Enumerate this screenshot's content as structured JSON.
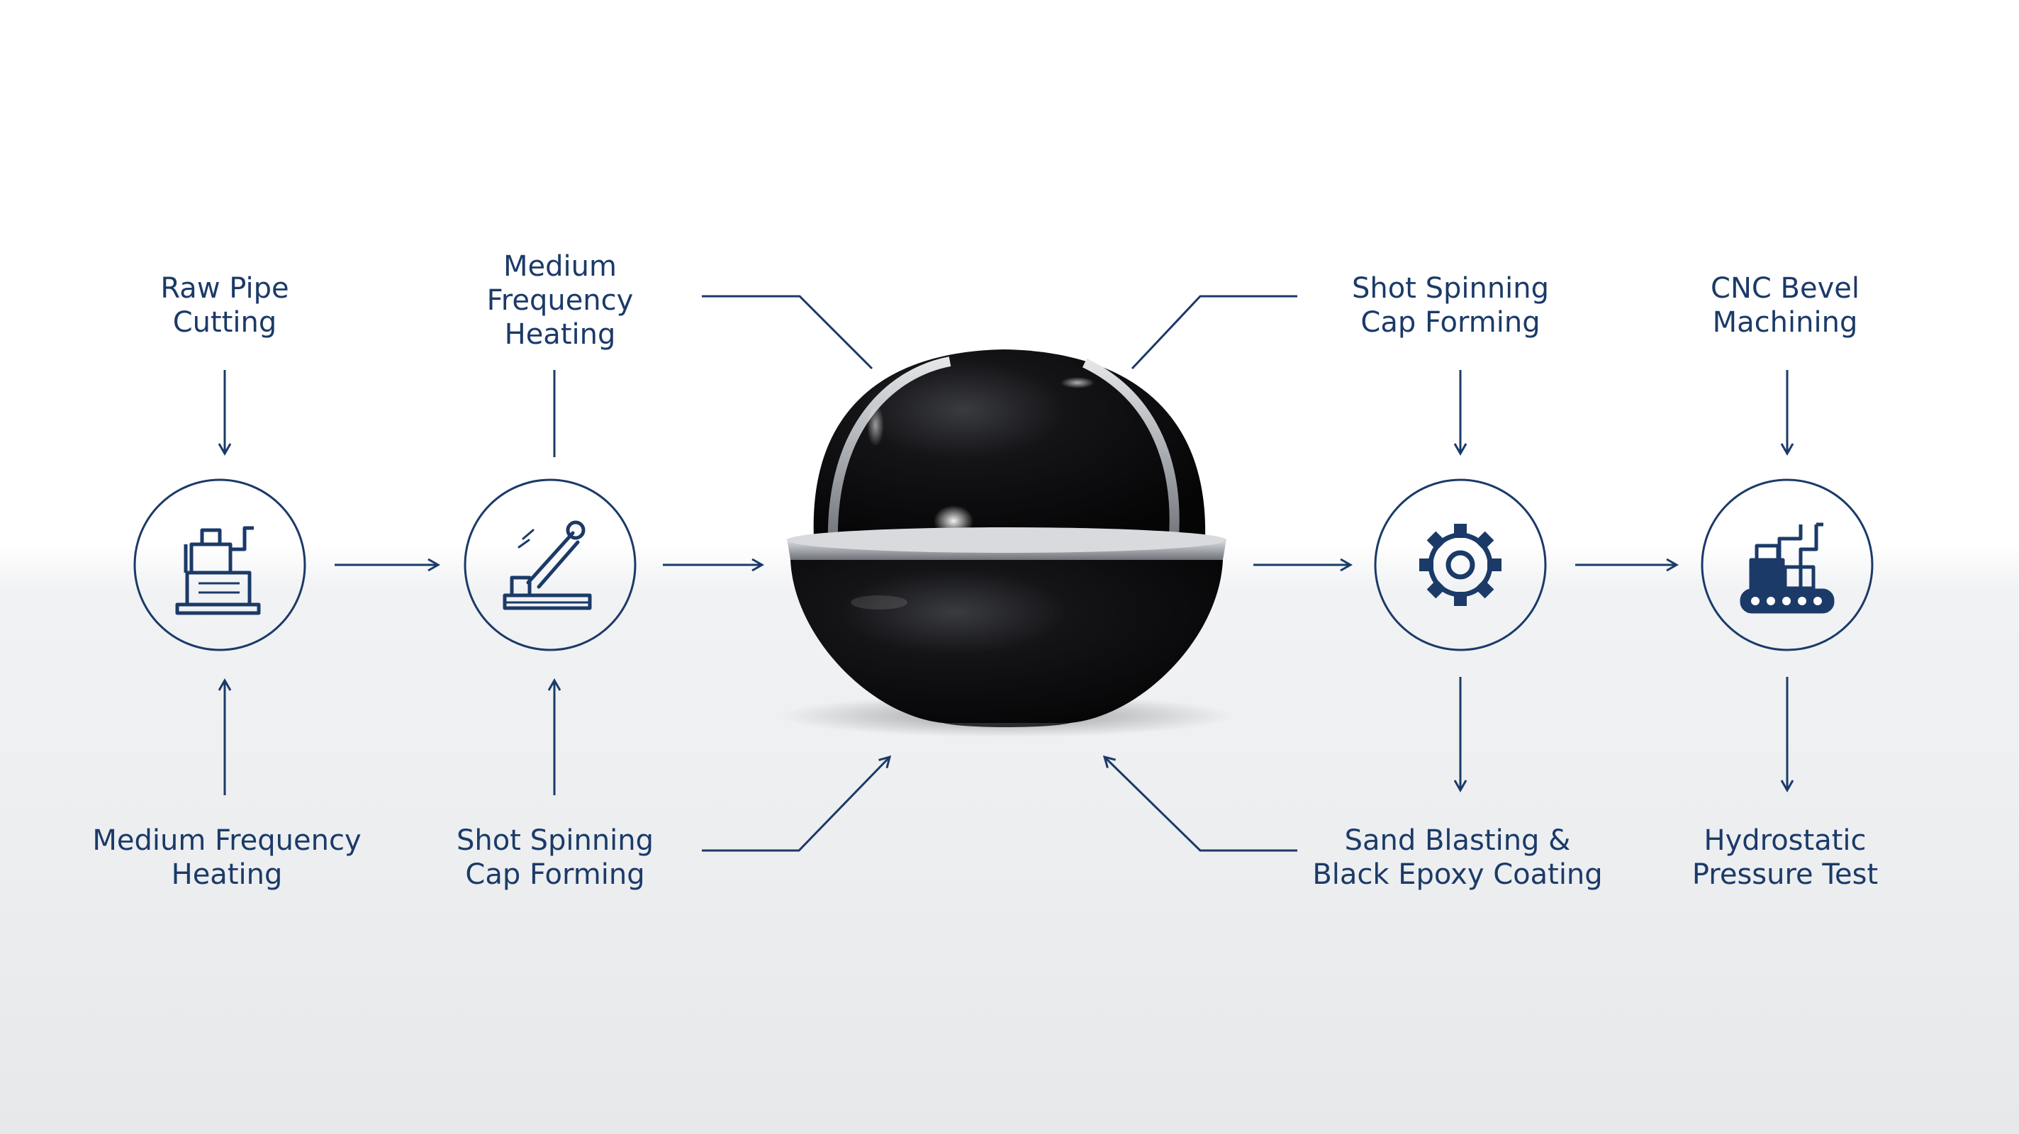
{
  "colors": {
    "accent": "#1b3a68",
    "cap": "#0a0a0c",
    "rim": "#b9bcc0"
  },
  "labels": {
    "raw_pipe_cutting": [
      "Raw Pipe",
      "Cutting"
    ],
    "medium_frequency_heating_top": [
      "Medium",
      "Frequency",
      "Heating"
    ],
    "shot_spinning_cap_forming_top": [
      "Shot Spinning",
      "Cap Forming"
    ],
    "cnc_bevel_machining": [
      "CNC Bevel",
      "Machining"
    ],
    "medium_frequency_heating_bottom": [
      "Medium Frequency",
      "Heating"
    ],
    "shot_spinning_cap_forming_bottom": [
      "Shot Spinning",
      "Cap Forming"
    ],
    "sand_blasting_epoxy_coating": [
      "Sand Blasting &",
      "Black Epoxy Coating"
    ],
    "hydrostatic_pressure_test": [
      "Hydrostatic",
      "Pressure Test"
    ]
  },
  "icons": {
    "step_1": "cutting-machine-icon",
    "step_2": "heating-torch-icon",
    "step_3": "gear-icon",
    "step_4": "robotic-conveyor-icon"
  }
}
